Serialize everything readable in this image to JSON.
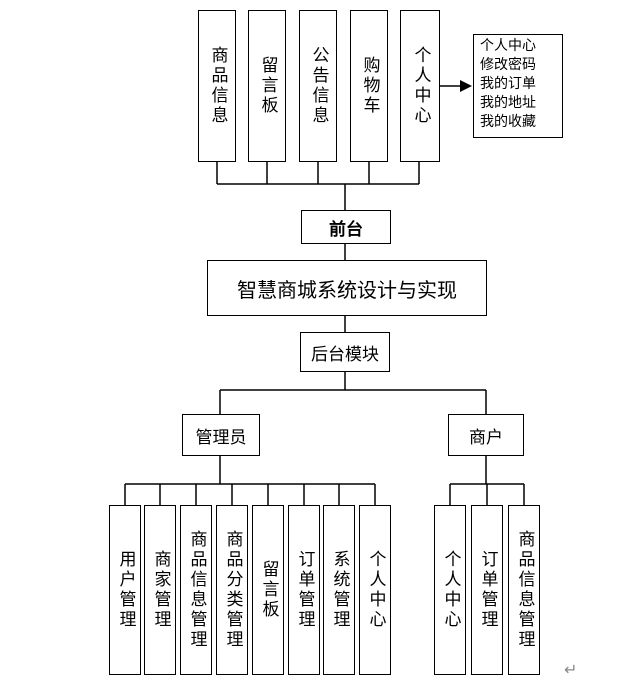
{
  "diagram": {
    "root": "智慧商城系统设计与实现",
    "frontend": {
      "label": "前台",
      "modules": [
        "商品信息",
        "留言板",
        "公告信息",
        "购物车",
        "个人中心"
      ],
      "personal_center_items": [
        "个人中心",
        "修改密码",
        "我的订单",
        "我的地址",
        "我的收藏"
      ]
    },
    "backend": {
      "label": "后台模块",
      "admin": {
        "label": "管理员",
        "modules": [
          "用户管理",
          "商家管理",
          "商品信息管理",
          "商品分类管理",
          "留言板",
          "订单管理",
          "系统管理",
          "个人中心"
        ]
      },
      "merchant": {
        "label": "商户",
        "modules": [
          "个人中心",
          "订单管理",
          "商品信息管理"
        ]
      }
    },
    "return_mark": "↵"
  }
}
